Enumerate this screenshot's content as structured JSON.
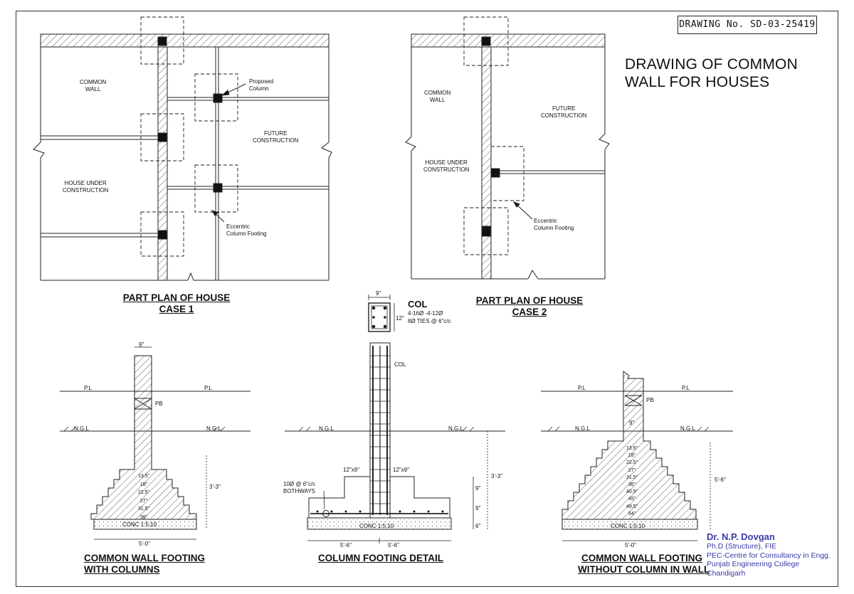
{
  "drawing_number": "DRAWING No. SD-03-25419",
  "title_lines": [
    "DRAWING OF COMMON",
    "WALL FOR HOUSES"
  ],
  "plan_case1": {
    "caption": [
      "PART PLAN OF HOUSE",
      "CASE 1"
    ],
    "common_wall": [
      "COMMON",
      "WALL"
    ],
    "proposed_column": [
      "Proposed",
      "Column"
    ],
    "future": [
      "FUTURE",
      "CONSTRUCTION"
    ],
    "house": [
      "HOUSE UNDER",
      "CONSTRUCTION"
    ],
    "eccentric": [
      "Eccentric",
      "Column Footing"
    ]
  },
  "plan_case2": {
    "caption": [
      "PART PLAN OF HOUSE",
      "CASE 2"
    ],
    "common_wall": [
      "COMMON",
      "WALL"
    ],
    "future": [
      "FUTURE",
      "CONSTRUCTION"
    ],
    "house": [
      "HOUSE UNDER",
      "CONSTRUCTION"
    ],
    "eccentric": [
      "Eccentric",
      "Column Footing"
    ]
  },
  "column_section": {
    "title": "COL",
    "reinforcement": "4-16Ø -4-12Ø",
    "ties": "8Ø TIES @ 6\"c/c",
    "width": "9\"",
    "depth": "12\""
  },
  "footing_with_columns": {
    "caption": [
      "COMMON WALL FOOTING",
      "WITH COLUMNS"
    ],
    "pl": "P.L",
    "ngl": "N.G.L",
    "pb": "PB",
    "wall_width": "9\"",
    "steps": [
      "13.5\"",
      "18\"",
      "22.5\"",
      "27\"",
      "31.5\"",
      "36\""
    ],
    "conc": "CONC 1:5:10",
    "depth": "3'-3\"",
    "base_width": "5'-0\""
  },
  "column_footing": {
    "caption": "COLUMN FOOTING DETAIL",
    "col": "COL",
    "ngl_left": "N.G.L",
    "ngl_right": "N.G.L",
    "pedestal_left": "12\"x9\"",
    "pedestal_right": "12\"x9\"",
    "mesh": [
      "10Ø @ 6\"c/c",
      "BOTHWAYS"
    ],
    "conc": "CONC 1:5:10",
    "dims": [
      "9\"",
      "9\"",
      "6\""
    ],
    "total_depth": "3'-3\"",
    "half_widths": [
      "5'-6\"",
      "5'-6\""
    ]
  },
  "footing_without_column": {
    "caption": [
      "COMMON WALL FOOTING",
      "WITHOUT COLUMN IN WALL"
    ],
    "pl_left": "P.L",
    "pl_right": "P.L",
    "ngl_left": "N.G.L",
    "ngl_right": "N.G.L",
    "pb": "PB",
    "wall_width": "9\"",
    "steps": [
      "13.5\"",
      "18\"",
      "22.5\"",
      "27\"",
      "31.5\"",
      "36\"",
      "40.5\"",
      "45\"",
      "49.5\"",
      "54\""
    ],
    "conc": "CONC 1:5:10",
    "depth": "5'-6\"",
    "base_width": "5'-0\""
  },
  "engineer": {
    "name": "Dr. N.P. Dovgan",
    "lines": [
      "Ph.D (Structure), FIE",
      "PEC-Centre for Consultancy in Engg.",
      "Punjab Engineering College",
      "Chandigarh"
    ]
  }
}
